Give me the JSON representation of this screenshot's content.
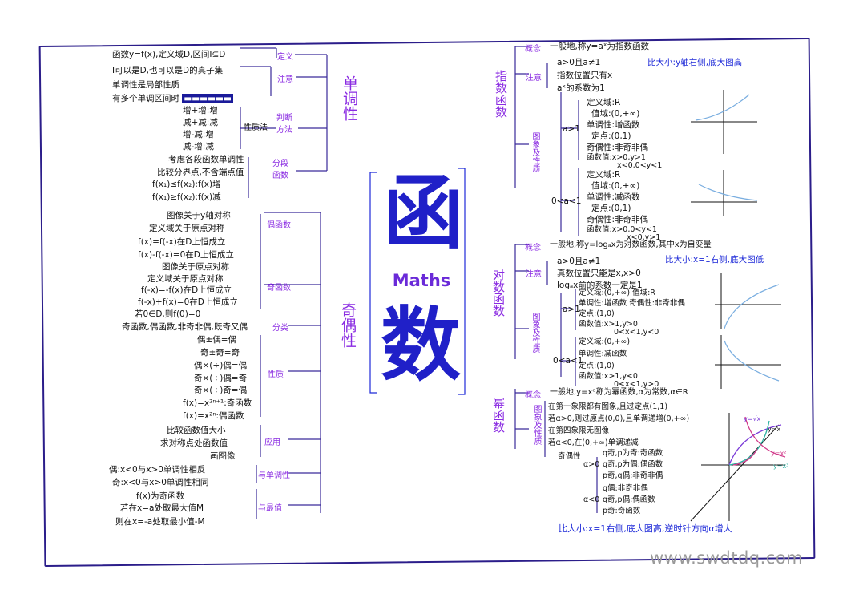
{
  "center": {
    "top_char": "函",
    "middle_label": "Maths",
    "bottom_char": "数"
  },
  "watermark": "www.swdtdq.com",
  "monotonic": {
    "title": "单调性",
    "branch_labels": [
      "定义",
      "注意",
      "判断方法",
      "分段函数"
    ],
    "sub_label": "性质法",
    "lines": [
      "函数y=f(x),定义域D,区间I⊆D",
      "I可以是D,也可以是D的真子集",
      "单调性是局部性质",
      "有多个单调区间时",
      "增+增:增",
      "减+减:减",
      "增-减:增",
      "减-增:减",
      "考虑各段函数单调性",
      "比较分界点,不含端点值",
      "f(x₁)≤f(x₂):f(x)增",
      "f(x₁)≥f(x₂):f(x)减"
    ]
  },
  "parity": {
    "title": "奇偶性",
    "branch_labels": [
      "偶函数",
      "奇函数",
      "分类",
      "性质",
      "应用",
      "与单调性",
      "与最值"
    ],
    "lines": [
      "图像关于y轴对称",
      "定义域关于原点对称",
      "f(x)=f(-x)在D上恒成立",
      "f(x)-f(-x)=0在D上恒成立",
      "图像关于原点对称",
      "定义域关于原点对称",
      "f(-x)=-f(x)在D上恒成立",
      "f(-x)+f(x)=0在D上恒成立",
      "若0∈D,则f(0)=0",
      "奇函数,偶函数,非奇非偶,既奇又偶",
      "偶±偶=偶",
      "奇±奇=奇",
      "偶×(÷)偶=偶",
      "奇×(÷)偶=奇",
      "奇×(÷)奇=偶",
      "f(x)=x²ⁿ⁺¹:奇函数",
      "f(x)=x²ⁿ:偶函数",
      "比较函数值大小",
      "求对称点处函数值",
      "画图像",
      "偶:x<0与x>0单调性相反",
      "奇:x<0与x>0单调性相同",
      "f(x)为奇函数",
      "若在x=a处取最大值M",
      "则在x=-a处取最小值-M"
    ]
  },
  "exponential": {
    "title": "指数函数",
    "concept_label": "概念",
    "concept": "一般地,称y=aˣ为指数函数",
    "compare": "比大小:y轴右侧,底大图高",
    "note_label": "注意",
    "notes": [
      "a>0且a≠1",
      "指数位置只有x",
      "aˣ的系数为1"
    ],
    "graph_label": "图象及性质",
    "case1": "a>1",
    "case1_lines": [
      "定义域:R",
      "值域:(0,+∞)",
      "单调性:增函数",
      "定点:(0,1)",
      "奇偶性:非奇非偶",
      "函数值:x>0,y>1",
      "x<0,0<y<1"
    ],
    "case2": "0<a<1",
    "case2_lines": [
      "定义域:R",
      "值域:(0,+∞)",
      "单调性:减函数",
      "定点:(0,1)",
      "奇偶性:非奇非偶",
      "函数值:x>0,0<y<1",
      "x<0,y>1"
    ]
  },
  "logarithmic": {
    "title": "对数函数",
    "concept_label": "概念",
    "concept": "一般地,称y=logₐx为对数函数,其中x为自变量",
    "compare": "比大小:x=1右侧,底大图低",
    "note_label": "注意",
    "notes": [
      "a>0且a≠1",
      "真数位置只能是x,x>0",
      "logₐx前的系数一定是1"
    ],
    "graph_label": "图象及性质",
    "case1": "a>1",
    "case1_lines": [
      "定义域:(0,+∞) 值域:R",
      "单调性:增函数 奇偶性:非奇非偶",
      "定点:(1,0)",
      "函数值:x>1,y>0",
      "0<x<1,y<0"
    ],
    "case2": "0<a<1",
    "case2_lines": [
      "定义域:(0,+∞)",
      "单调性:减函数",
      "定点:(1,0)",
      "函数值:x>1,y<0",
      "0<x<1,y>0"
    ]
  },
  "power": {
    "title": "幂函数",
    "concept_label": "概念",
    "concept": "一般地,y=xᵅ称为幂函数,α为常数,α∈R",
    "graph_label": "图象及性质",
    "lines": [
      "在第一象限都有图象,且过定点(1,1)",
      "若α>0,则过原点(0,0),且单调递增(0,+∞)",
      "在第四象限无图像",
      "若α<0,在(0,+∞)单调递减"
    ],
    "parity_label": "奇偶性",
    "parity_lines": [
      "q奇,p为奇:奇函数",
      "q奇,p为偶:偶函数",
      "p奇,q偶:非奇非偶"
    ],
    "alpha_pos": "α>0",
    "alpha_neg": "α<0",
    "alpha_neg_lines": [
      "q偶:非奇非偶",
      "q奇,p偶:偶函数",
      "p奇:奇函数"
    ],
    "curve_labels": [
      "y=√x",
      "y=x",
      "y=x²",
      "y=x³"
    ],
    "compare": "比大小:x=1右侧,底大图高,逆时针方向α增大"
  }
}
